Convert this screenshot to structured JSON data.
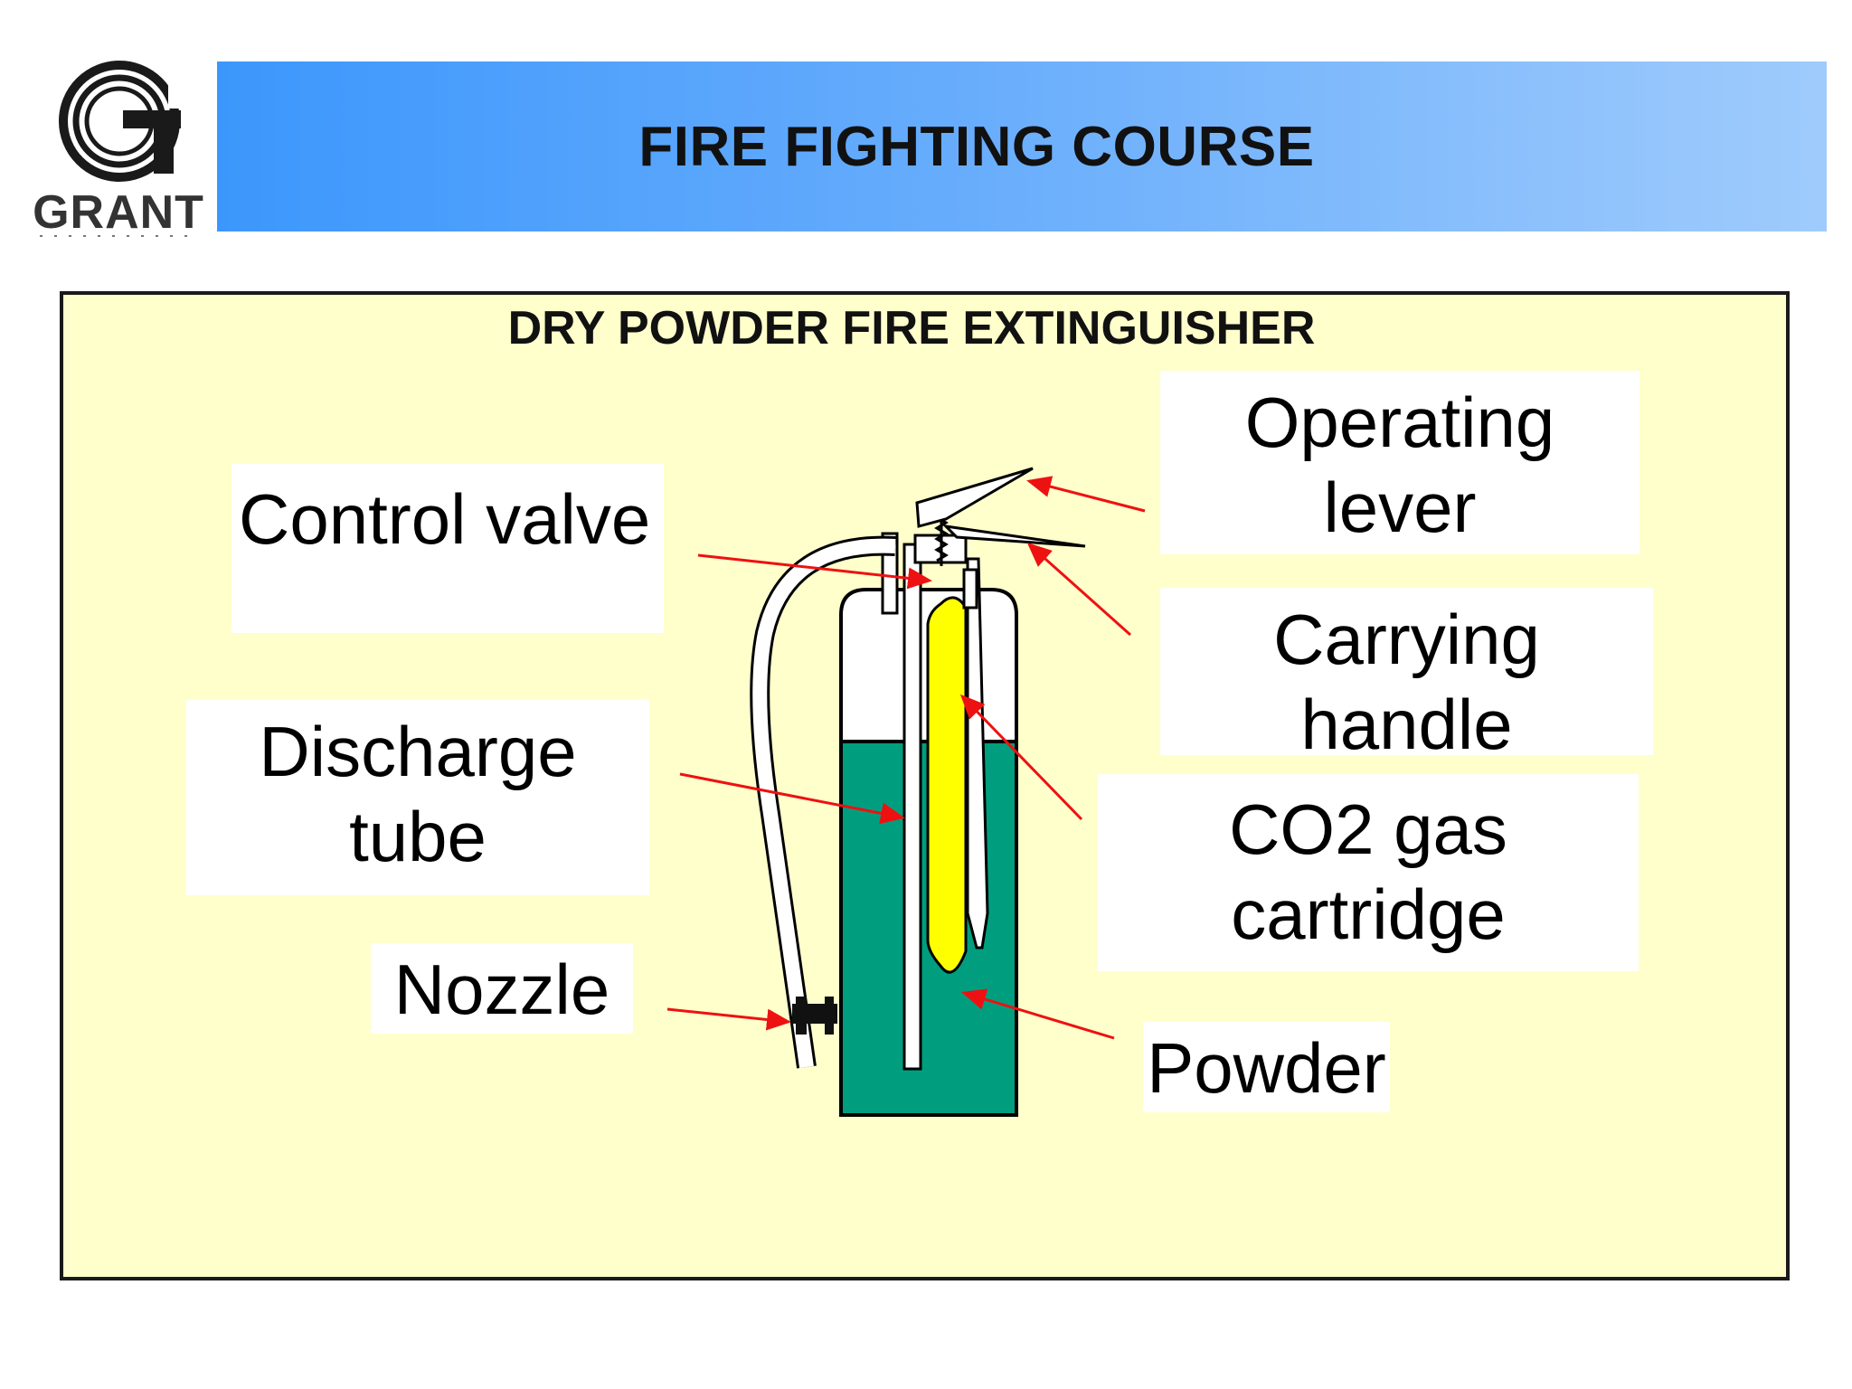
{
  "header": {
    "logo_text": "GRANT",
    "title": "FIRE FIGHTING COURSE"
  },
  "slide": {
    "title": "DRY POWDER FIRE EXTINGUISHER",
    "labels": {
      "operating_lever": "Operating\nlever",
      "carrying_handle": "Carrying\nhandle",
      "co2_cartridge": "CO2 gas\ncartridge",
      "control_valve": "Control valve",
      "discharge_tube": "Discharge\ntube",
      "nozzle": "Nozzle",
      "powder": "Powder"
    }
  },
  "colors": {
    "banner_start": "#3c97fc",
    "banner_end": "#9fcbfc",
    "panel_background": "#ffffcc",
    "powder": "#009e7e",
    "co2_cartridge": "#ffff00",
    "arrow": "#ee1111"
  }
}
